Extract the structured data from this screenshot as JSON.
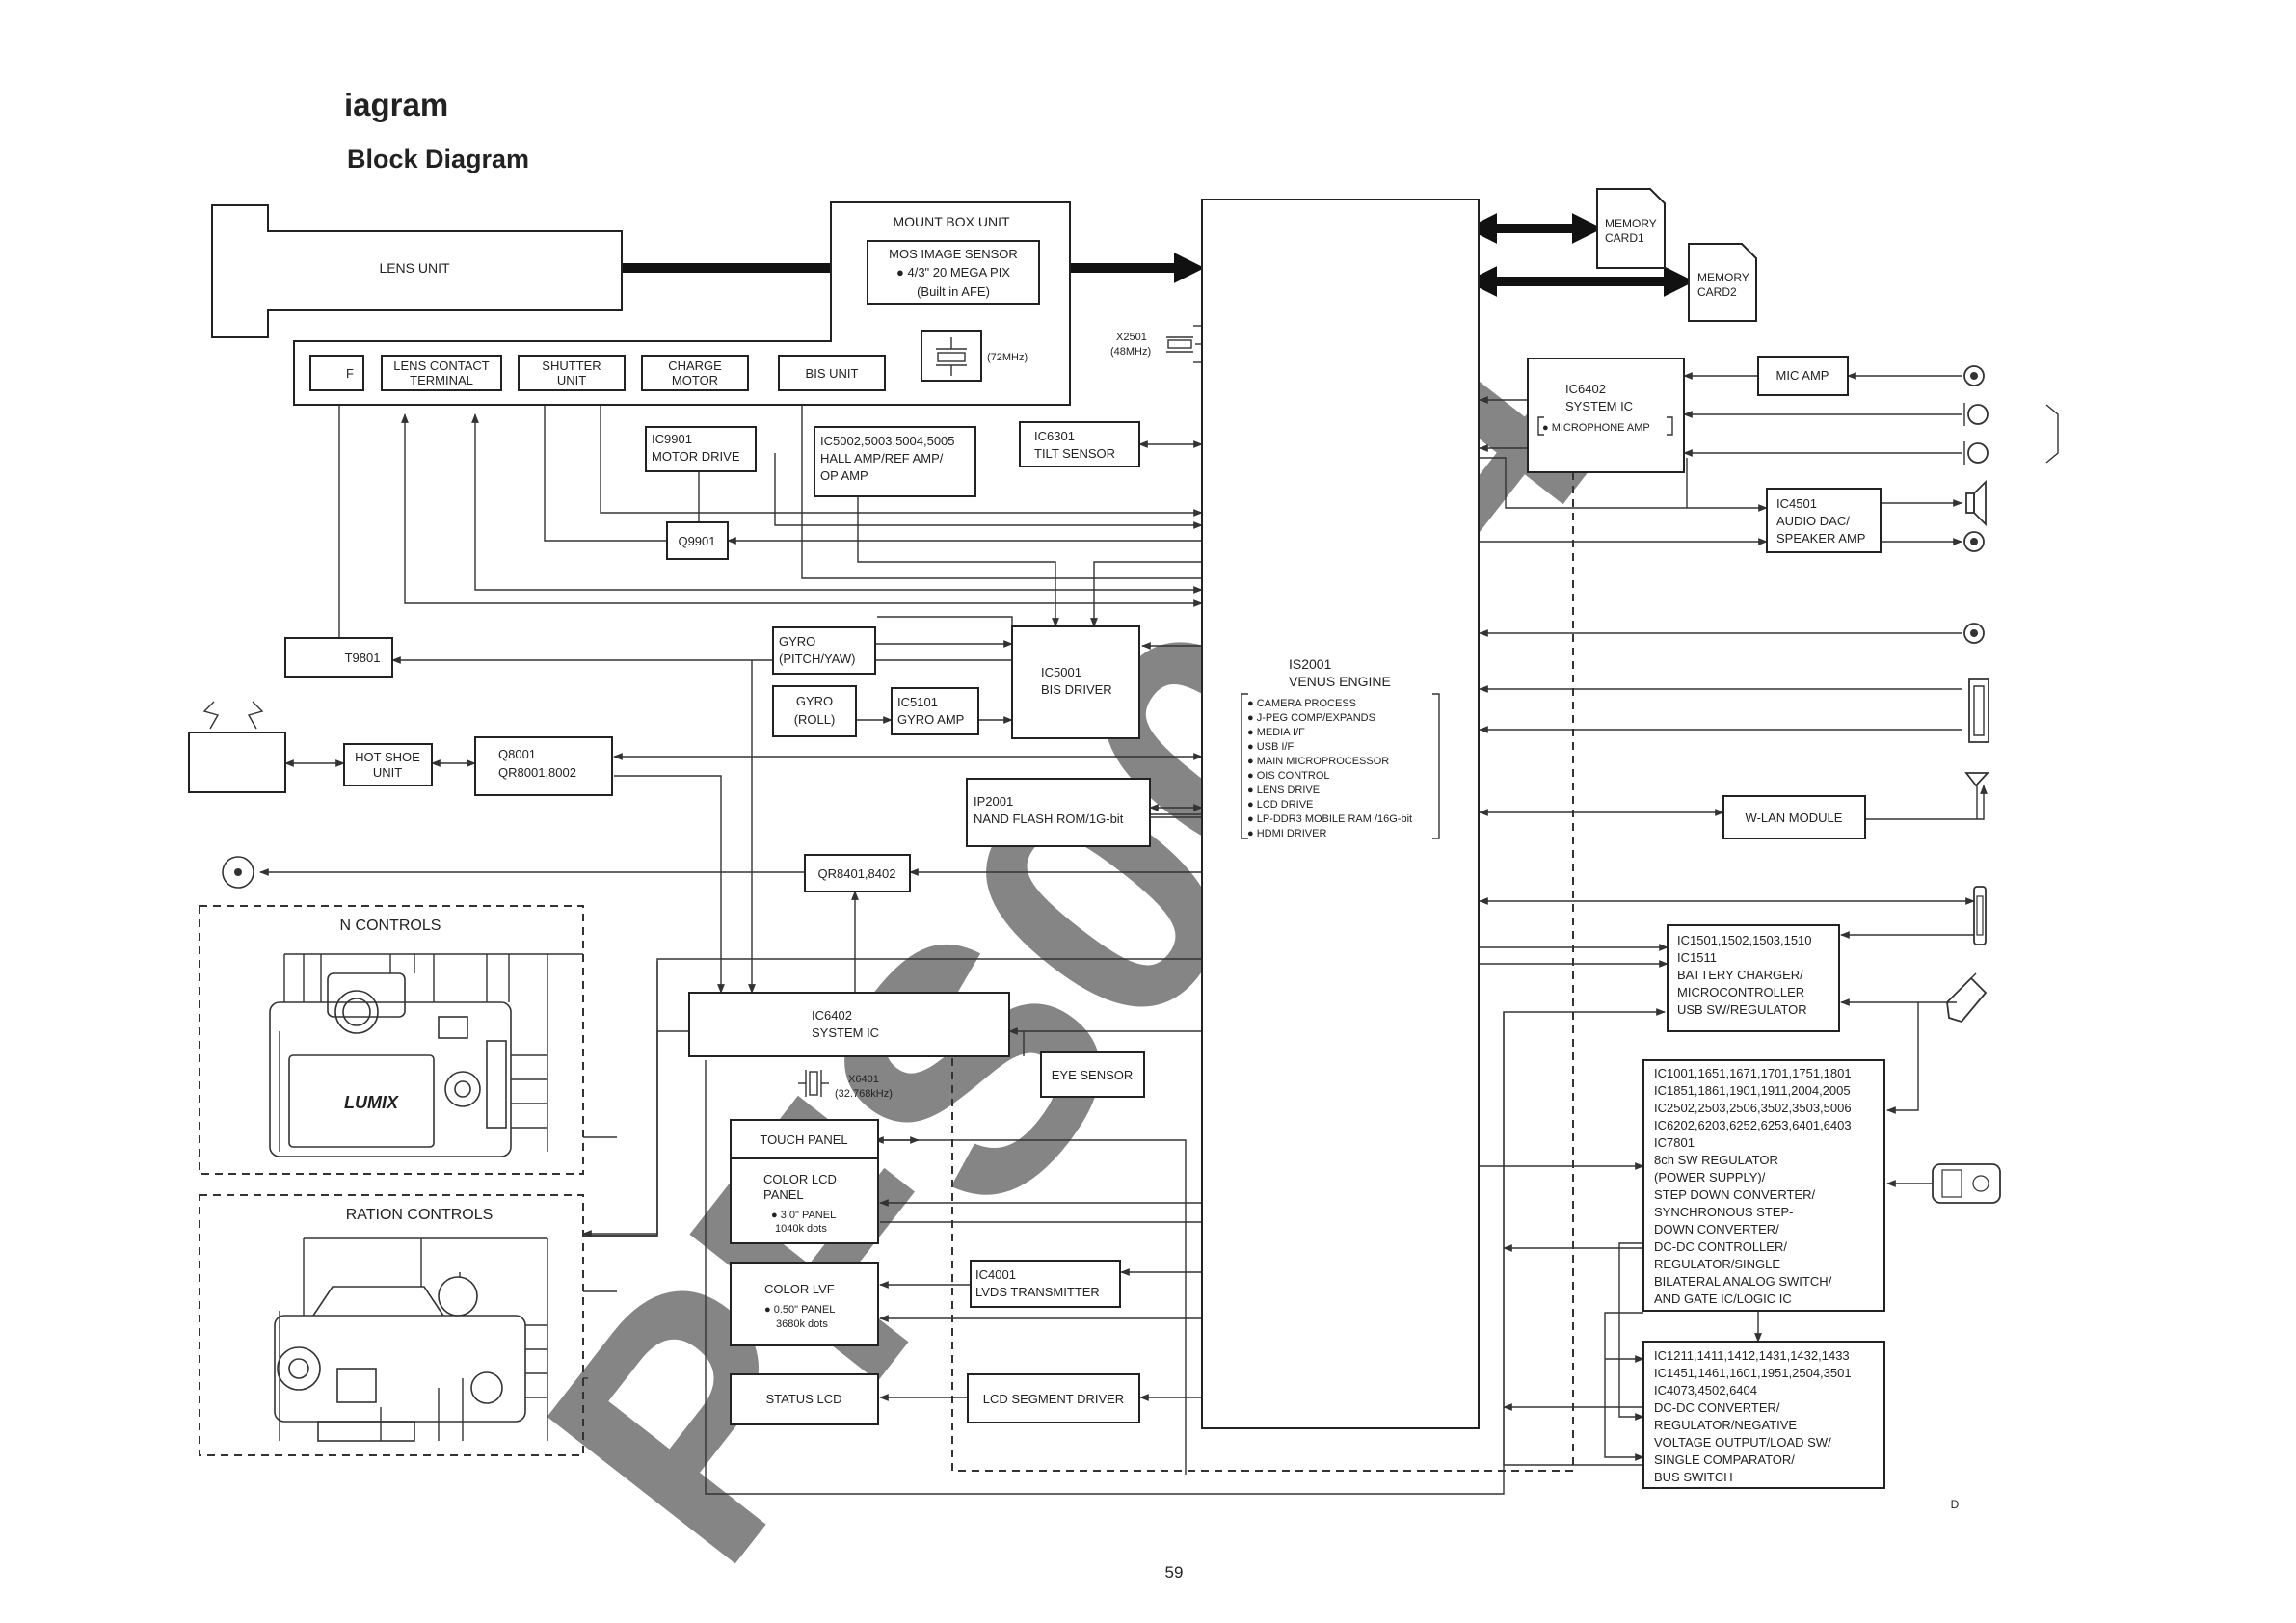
{
  "page": {
    "heading": "iagram",
    "subheading": "Block Diagram",
    "page_number": "59",
    "corner_mark": "D",
    "watermark": "PFS0084"
  },
  "boxes": {
    "lens_unit": "LENS UNIT",
    "mount_box_unit": "MOUNT BOX UNIT",
    "mos_sensor": [
      "MOS IMAGE SENSOR",
      "● 4/3\" 20 MEGA PIX",
      "(Built in AFE)"
    ],
    "crystal_72": "(72MHz)",
    "f": "F",
    "lens_contact": [
      "LENS CONTACT",
      "TERMINAL"
    ],
    "shutter_unit": [
      "SHUTTER",
      "UNIT"
    ],
    "charge_motor": [
      "CHARGE",
      "MOTOR"
    ],
    "bis_unit": "BIS UNIT",
    "ic9901": [
      "IC9901",
      "MOTOR DRIVE"
    ],
    "ic5002": [
      "IC5002,5003,5004,5005",
      "HALL AMP/REF AMP/",
      "OP AMP"
    ],
    "ic6301": [
      "IC6301",
      "TILT SENSOR"
    ],
    "x2501": [
      "X2501",
      "(48MHz)"
    ],
    "q9901": "Q9901",
    "t9801": "T9801",
    "gyro_pitch": [
      "GYRO",
      "(PITCH/YAW)"
    ],
    "gyro_roll": [
      "GYRO",
      "(ROLL)"
    ],
    "ic5101": [
      "IC5101",
      "GYRO AMP"
    ],
    "ic5001": [
      "IC5001",
      "BIS DRIVER"
    ],
    "hot_shoe": [
      "HOT SHOE",
      "UNIT"
    ],
    "q8001": [
      "Q8001",
      "QR8001,8002"
    ],
    "ip2001": [
      "IP2001",
      "NAND FLASH ROM/1G-bit"
    ],
    "qr8401": "QR8401,8402",
    "n_controls": "N CONTROLS",
    "ration_controls": "RATION CONTROLS",
    "ic6402_sys": [
      "IC6402",
      "SYSTEM IC"
    ],
    "x6401": [
      "X6401",
      "(32.768kHz)"
    ],
    "eye_sensor": "EYE SENSOR",
    "touch_panel": "TOUCH PANEL",
    "color_lcd": [
      "COLOR LCD",
      "PANEL",
      "● 3.0\" PANEL",
      "1040k dots"
    ],
    "color_lvf": [
      "COLOR LVF",
      "● 0.50\" PANEL",
      "3680k dots"
    ],
    "ic4001": [
      "IC4001",
      "LVDS TRANSMITTER"
    ],
    "status_lcd": "STATUS LCD",
    "lcd_segment": "LCD SEGMENT DRIVER",
    "is2001": {
      "title": [
        "IS2001",
        "VENUS ENGINE"
      ],
      "features": [
        "● CAMERA PROCESS",
        "● J-PEG COMP/EXPANDS",
        "● MEDIA I/F",
        "● USB I/F",
        "● MAIN MICROPROCESSOR",
        "● OIS CONTROL",
        "● LENS DRIVE",
        "● LCD DRIVE",
        "● LP-DDR3 MOBILE RAM /16G-bit",
        "● HDMI DRIVER"
      ]
    },
    "memory_card1": [
      "MEMORY",
      "CARD1"
    ],
    "memory_card2": [
      "MEMORY",
      "CARD2"
    ],
    "ic6402_mic": [
      "IC6402",
      "SYSTEM IC",
      "● MICROPHONE AMP"
    ],
    "mic_amp": "MIC AMP",
    "ic4501": [
      "IC4501",
      "AUDIO DAC/",
      "SPEAKER AMP"
    ],
    "wlan": "W-LAN MODULE",
    "ic1501": [
      "IC1501,1502,1503,1510",
      "IC1511",
      "BATTERY CHARGER/",
      "MICROCONTROLLER",
      "USB SW/REGULATOR"
    ],
    "ic1001": [
      "IC1001,1651,1671,1701,1751,1801",
      "IC1851,1861,1901,1911,2004,2005",
      "IC2502,2503,2506,3502,3503,5006",
      "IC6202,6203,6252,6253,6401,6403",
      "IC7801",
      "8ch SW REGULATOR",
      "(POWER SUPPLY)/",
      "STEP DOWN CONVERTER/",
      "SYNCHRONOUS STEP-",
      "DOWN CONVERTER/",
      "DC-DC CONTROLLER/",
      "REGULATOR/SINGLE",
      "BILATERAL ANALOG SWITCH/",
      "AND GATE IC/LOGIC IC"
    ],
    "ic1211": [
      "IC1211,1411,1412,1431,1432,1433",
      "IC1451,1461,1601,1951,2504,3501",
      "IC4073,4502,6404",
      "DC-DC CONVERTER/",
      "REGULATOR/NEGATIVE",
      "VOLTAGE OUTPUT/LOAD SW/",
      "SINGLE COMPARATOR/",
      "BUS SWITCH"
    ]
  }
}
